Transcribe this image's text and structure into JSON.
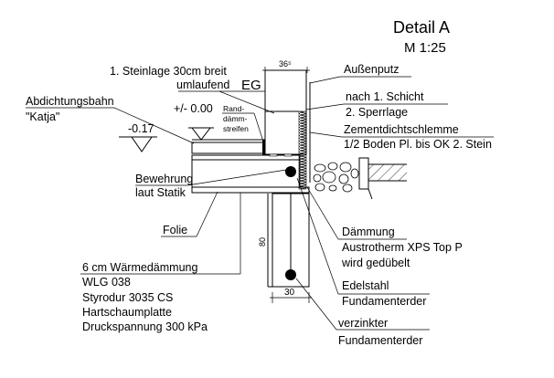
{
  "title": "Detail A",
  "scale": "M 1:25",
  "dimensions": {
    "wall_width": "36⁵",
    "foundation_width": "30",
    "foundation_height": "80"
  },
  "levels": {
    "floor": "+/- 0.00",
    "ground": "-0.17"
  },
  "labels": {
    "steinlage_1": "1. Steinlage 30cm breit",
    "steinlage_2": "umlaufend",
    "steinlage_eg": "EG",
    "aussenputz": "Außenputz",
    "sperr_1": "nach 1. Schicht",
    "sperr_2": "2. Sperrlage",
    "zement_1": "Zementdichtschlemme",
    "zement_2": "1/2 Boden Pl. bis OK 2. Stein",
    "abdichtung_1": "Abdichtungsbahn",
    "abdichtung_2": "\"Katja\"",
    "rand_1": "Rand-",
    "rand_2": "dämm-",
    "rand_3": "streifen",
    "bewehrung_1": "Bewehrung",
    "bewehrung_2": "laut Statik",
    "folie": "Folie",
    "waerme_1": "6 cm Wärmedämmung",
    "waerme_2": "WLG 038",
    "waerme_3": "Styrodur 3035 CS",
    "waerme_4": "Hartschaumplatte",
    "waerme_5": "Druckspannung 300 kPa",
    "daemmung_1": "Dämmung",
    "daemmung_2": "Austrotherm XPS Top P",
    "daemmung_3": "wird gedübelt",
    "edelstahl_1": "Edelstahl",
    "edelstahl_2": "Fundamenterder",
    "verzinkt_1": "verzinkter",
    "verzinkt_2": "Fundamenterder"
  }
}
